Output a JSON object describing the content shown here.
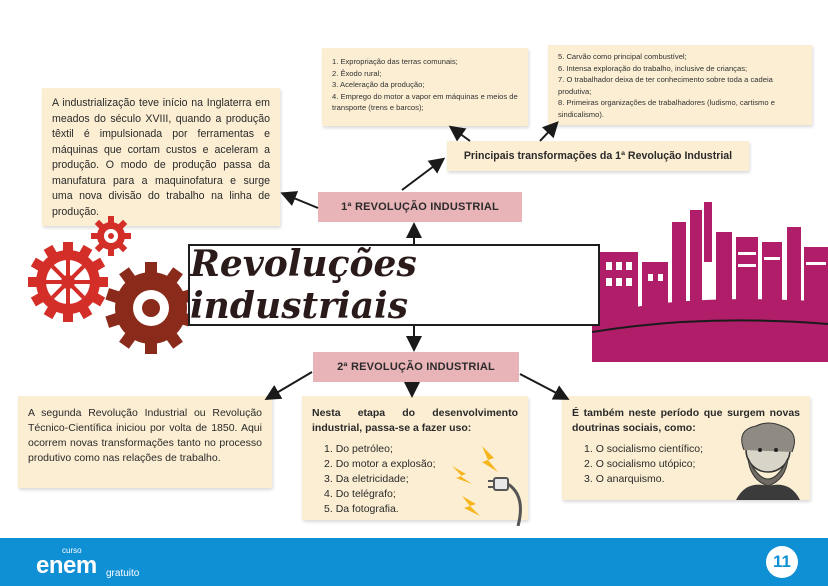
{
  "title": "Revoluções industriais",
  "first_revolution": {
    "label": "1ª REVOLUÇÃO INDUSTRIAL",
    "intro": "A industrialização teve início na Inglaterra em meados do século XVIII, quando a produção têxtil é impulsionada por ferramentas e máquinas que cortam custos e aceleram a produção. O modo de produção passa da manufatura para a maquinofatura e surge uma nova divisão do trabalho na linha de produção.",
    "transformations_label": "Principais transformações da 1ª Revolução Industrial",
    "list_a": [
      "1. Expropriação das terras comunais;",
      "2. Êxodo rural;",
      "3. Aceleração da produção;",
      "4. Emprego do motor a vapor em máquinas e meios de transporte (trens e barcos);"
    ],
    "list_b": [
      "5. Carvão como principal combustível;",
      "6. Intensa exploração do trabalho, inclusive de crianças;",
      "7. O trabalhador deixa de ter conhecimento sobre toda a cadeia produtiva;",
      "8. Primeiras organizações de trabalhadores (ludismo, cartismo e sindicalismo)."
    ]
  },
  "second_revolution": {
    "label": "2ª REVOLUÇÃO INDUSTRIAL",
    "intro": "A segunda Revolução Industrial ou Revolução Técnico-Científica iniciou por volta de 1850. Aqui ocorrem novas transformações tanto no processo produtivo como nas relações de trabalho.",
    "uses_heading": "Nesta etapa do desenvolvimento industrial, passa-se a fazer uso:",
    "uses": [
      "Do petróleo;",
      "Do motor a explosão;",
      "Da eletricidade;",
      "Do telégrafo;",
      "Da fotografia."
    ],
    "doctrines_heading": "É também neste período que surgem novas doutrinas sociais, como:",
    "doctrines": [
      "O socialismo científico;",
      "O socialismo utópico;",
      "O anarquismo."
    ]
  },
  "footer": {
    "brand_small": "curso",
    "brand_main": "enem",
    "brand_suffix": "gratuito",
    "page_number": "11"
  },
  "colors": {
    "footer_blue": "#0f8fd4",
    "box_beige": "#fbeed3",
    "label_pink": "#e9b4b8",
    "factory_magenta": "#b01e6a",
    "gear_red": "#d42e28",
    "gear_brown": "#8a2a1a"
  }
}
